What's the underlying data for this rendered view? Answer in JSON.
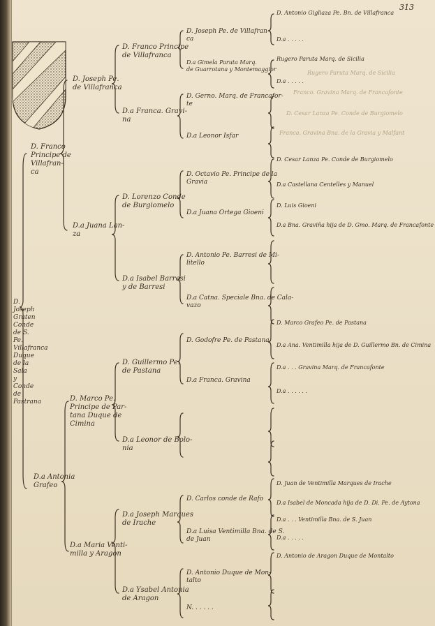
{
  "page_number": "313",
  "root": "D. Joseph\nGraten\nConde\nde S. Pe.\nVillafranca\nDuque\nde la Sala\ny Conde de\nPastrana",
  "l1": [
    "D. Franco\nPrincipe de\nVillafran-\nca",
    "D.a Antonia\nGrafeo"
  ],
  "l2": [
    "D. Joseph Pe.\nde Villafranca",
    "D.a Juana Lan-\nza",
    "D. Marco Pe.\nPrincipe de Par-\ntana Duque de\nCimina",
    "D.a Maria Venti-\nmilla y Aragon"
  ],
  "l3": [
    "D. Franco Principe\nde Villafranca",
    "D.a Franca. Gravi-\nna",
    "D. Lorenzo Conde\nde Burgiomelo",
    "D.a Isabel Barresi\ny de Barresi",
    "D. Guillermo Pe.\nde Pastana",
    "D.a Leonor de Bolo-\nnia",
    "D.a Joseph Marques\nde Irache",
    "D.a Ysabel Antonia\nde Aragon"
  ],
  "l4": [
    "D. Joseph Pe. de Villafran-\nca",
    "D.a Gimela Paruta Marq.\nde Guarrotana y Montemaggior",
    "D. Gerno. Marq. de Francafor-\nte",
    "D.a Leonor Isfar",
    "D. Octavio Pe. Principe de la\nGravia",
    "D.a Juana Ortega Gioeni",
    "D. Antonio Pe. Barresi de Mi-\nlitello",
    "D.a Catna. Speciale Bna. de Cala-\nvazo",
    "D. Godofre Pe. de Pastana",
    "D.a Franca. Gravina",
    "D. Carlos conde de Rafo",
    "D.a Luisa Ventimilla Bna. de S.\nde Juan",
    "D. Antonio Duque de Mon-\ntalto",
    "N. . . . . ."
  ],
  "l5": [
    "D. Antonio Gigliaza Pe. Bn. de Villafranca",
    "D.a . . . . .",
    "Rugero Paruta Marq. de Sicilia",
    "D.a . . . . .",
    "D. Cesar Lanza Pe. Conde de Burgiomelo",
    "D.a Castellana Centelles y Manuel",
    "D. Luis Gioeni",
    "D.a Bna. Graviña hija de D. Gmo. Marq. de Francafonte",
    "D. Marco Grafeo Pe. de Pastana",
    "D.a Ana. Ventimilla hija de D. Guillermo Bn. de Cimina",
    "D.a . . . Gravina Marq. de Francafonte",
    "D.a . . . . . .",
    "D. Juan de Ventimilla Marques de Irache",
    "D.a Isabel de Moncada hija de D. Di. Pe. de Aytona",
    "D.a . . . Ventimilla Bna. de S. Juan",
    "D.a . . . . .",
    "D. Antonio de Aragon Duque de Montalto"
  ],
  "ghosts": [
    "Rugero Paruta Marq. de Sicilia",
    "Franco. Gravina Marq. de Francafonte",
    "D. Cesar Lanza Pe. Conde de Burgiomelo",
    "Franca. Gravina Bna. de la Gravia y Malfant"
  ]
}
